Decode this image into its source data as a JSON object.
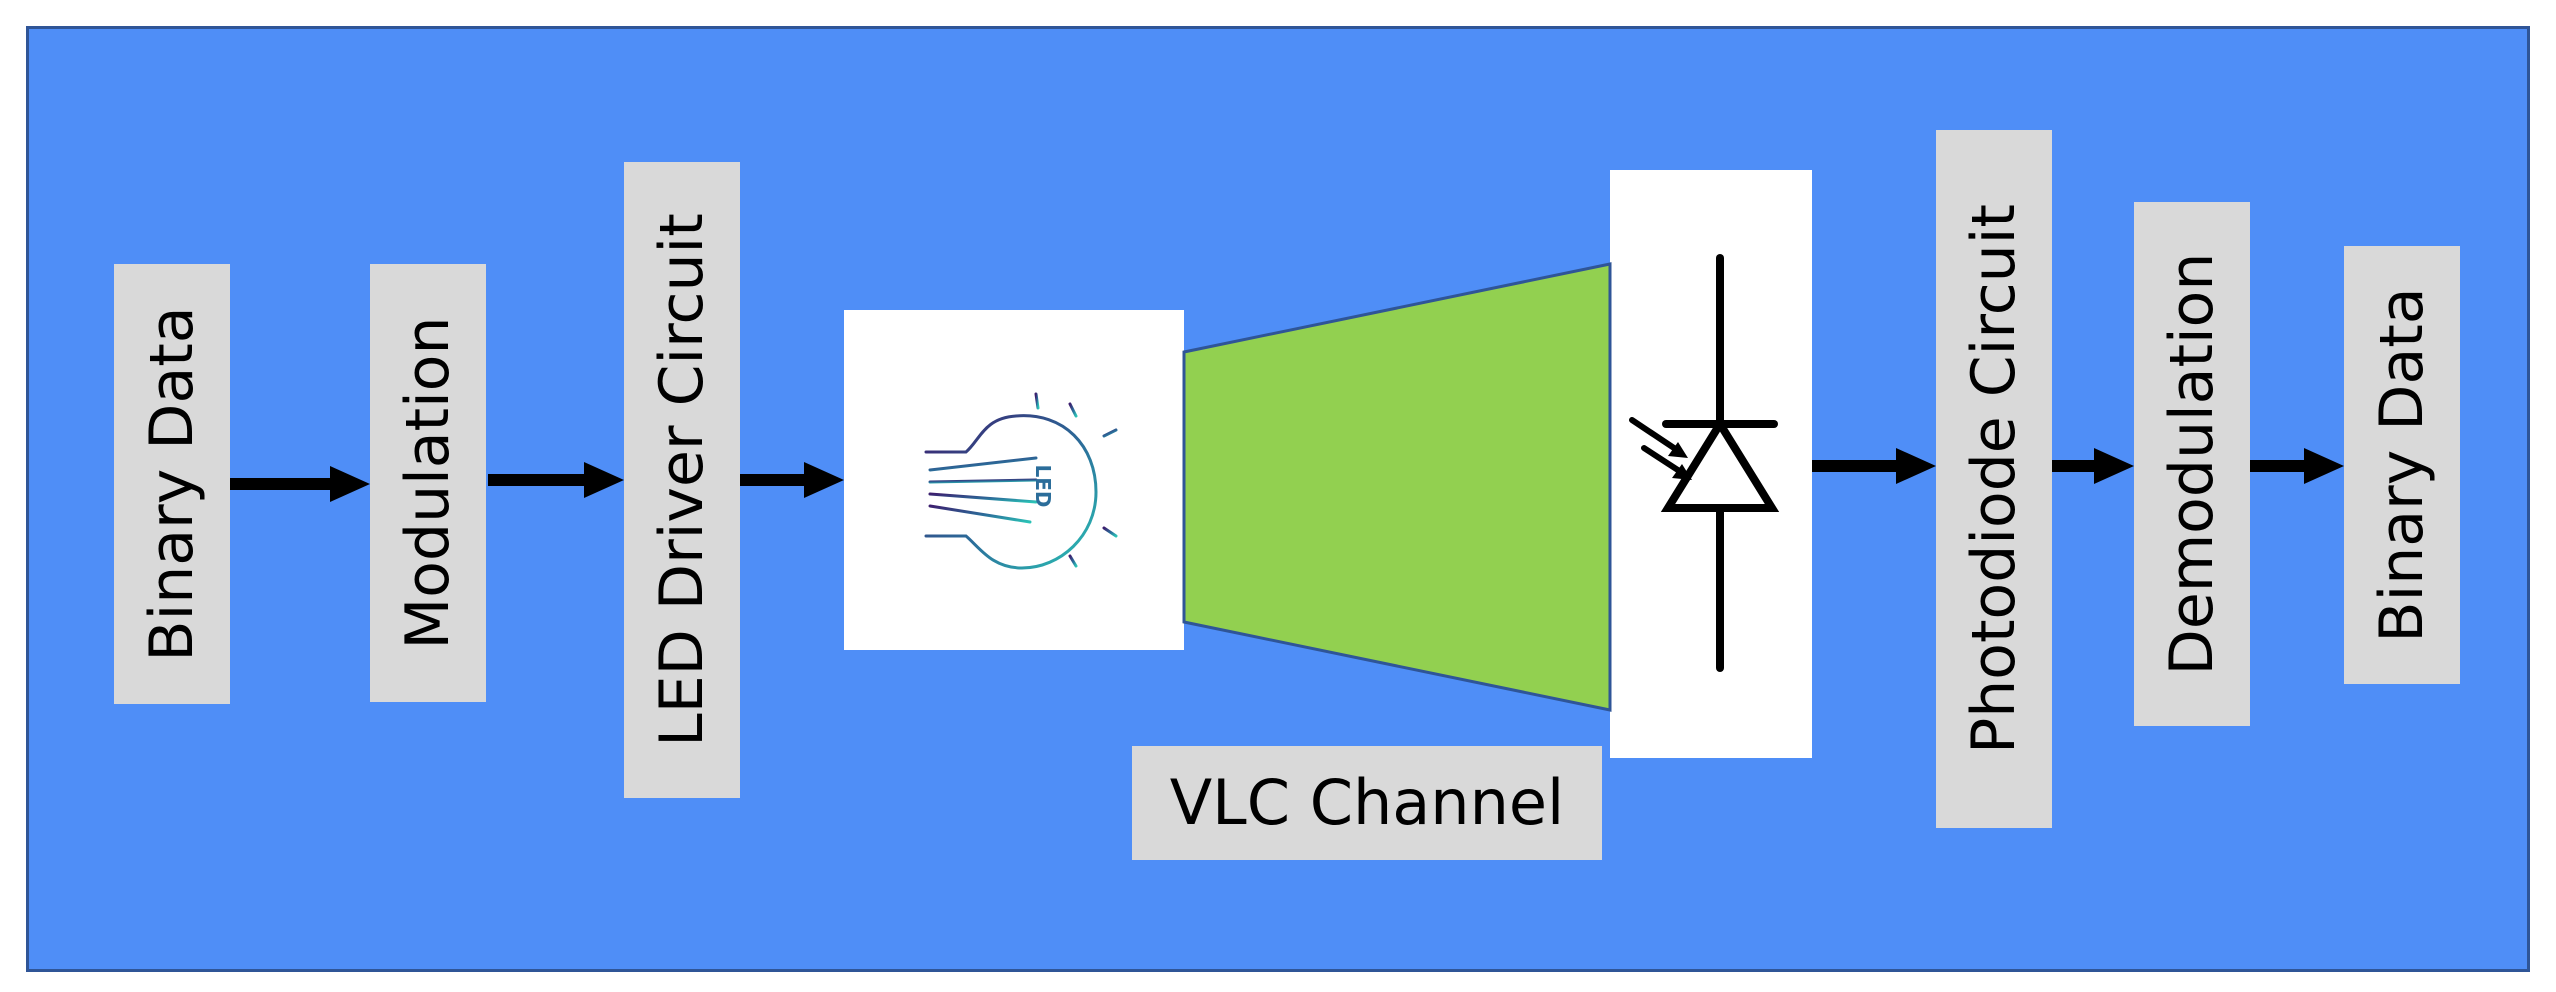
{
  "colors": {
    "background": "#4f8ef7",
    "border": "#2f5597",
    "label_box": "#d9d9d9",
    "channel": "#92d050",
    "arrow": "#000000"
  },
  "blocks": {
    "binary_data_tx": "Binary Data",
    "modulation": "Modulation",
    "led_driver": "LED Driver Circuit",
    "photodiode_circuit": "Photodiode Circuit",
    "demodulation": "Demodulation",
    "binary_data_rx": "Binary Data"
  },
  "channel": {
    "label": "VLC Channel"
  },
  "led_icon": {
    "text": "LED",
    "icon": "led-bulb-icon"
  },
  "photodiode_icon": {
    "icon": "photodiode-icon"
  }
}
